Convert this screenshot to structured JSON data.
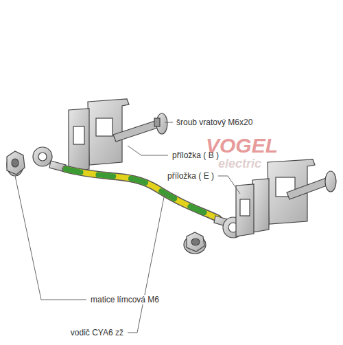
{
  "diagram": {
    "labels": [
      "šroub vratový M6x20",
      "příložka ( B )",
      "příložka ( E )",
      "matice límcová M6",
      "vodič CYA6 zž",
      "VOGEL",
      "electric"
    ]
  }
}
